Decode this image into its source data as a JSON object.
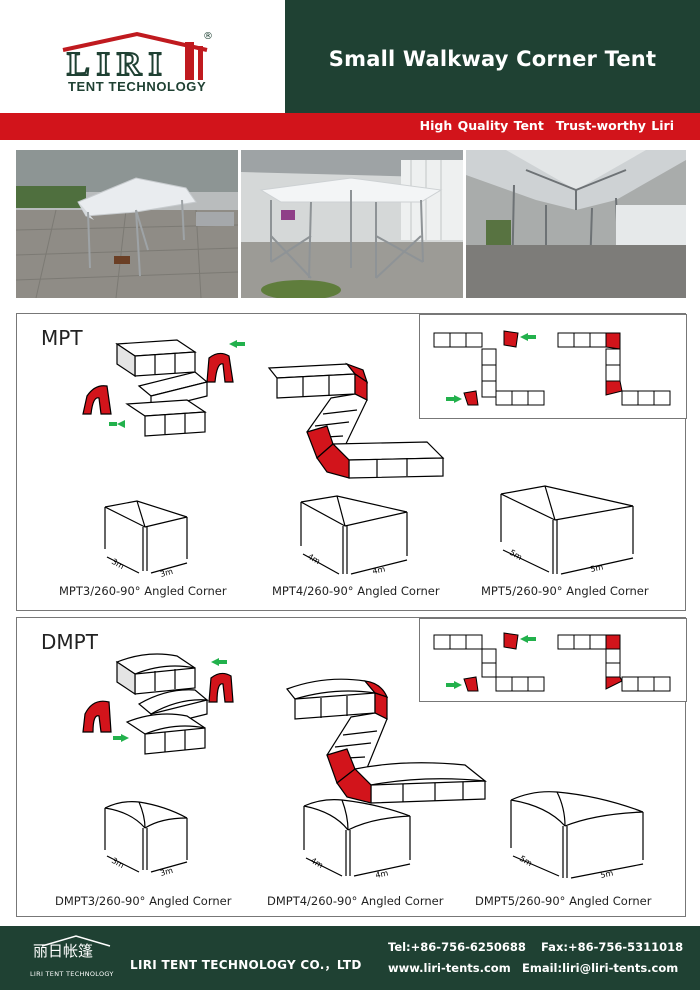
{
  "header": {
    "brand": "LIRI",
    "brand_sub": "TENT TECHNOLOGY",
    "registered": "®",
    "title": "Small Walkway Corner Tent",
    "slogan_1": "High Quality Tent",
    "slogan_2": "Trust-worthy Liri"
  },
  "colors": {
    "dark_green": "#1f4133",
    "red": "#d2141b"
  },
  "sections": {
    "mpt": {
      "label": "MPT",
      "diagrams": [
        {
          "caption": "MPT3/260-90° Angled Corner",
          "dim": "3m"
        },
        {
          "caption": "MPT4/260-90° Angled Corner",
          "dim": "4m"
        },
        {
          "caption": "MPT5/260-90° Angled Corner",
          "dim": "5m"
        }
      ]
    },
    "dmpt": {
      "label": "DMPT",
      "diagrams": [
        {
          "caption": "DMPT3/260-90° Angled Corner",
          "dim": "3m"
        },
        {
          "caption": "DMPT4/260-90° Angled Corner",
          "dim": "4m"
        },
        {
          "caption": "DMPT5/260-90° Angled Corner",
          "dim": "5m"
        }
      ]
    }
  },
  "footer": {
    "logo_cn": "丽日帐篷",
    "logo_en": "LIRI TENT TECHNOLOGY",
    "company": "LIRI TENT TECHNOLOGY CO.，LTD",
    "tel": "Tel:+86-756-6250688",
    "fax": "Fax:+86-756-5311018",
    "web": "www.liri-tents.com",
    "email": "Email:liri@liri-tents.com"
  }
}
